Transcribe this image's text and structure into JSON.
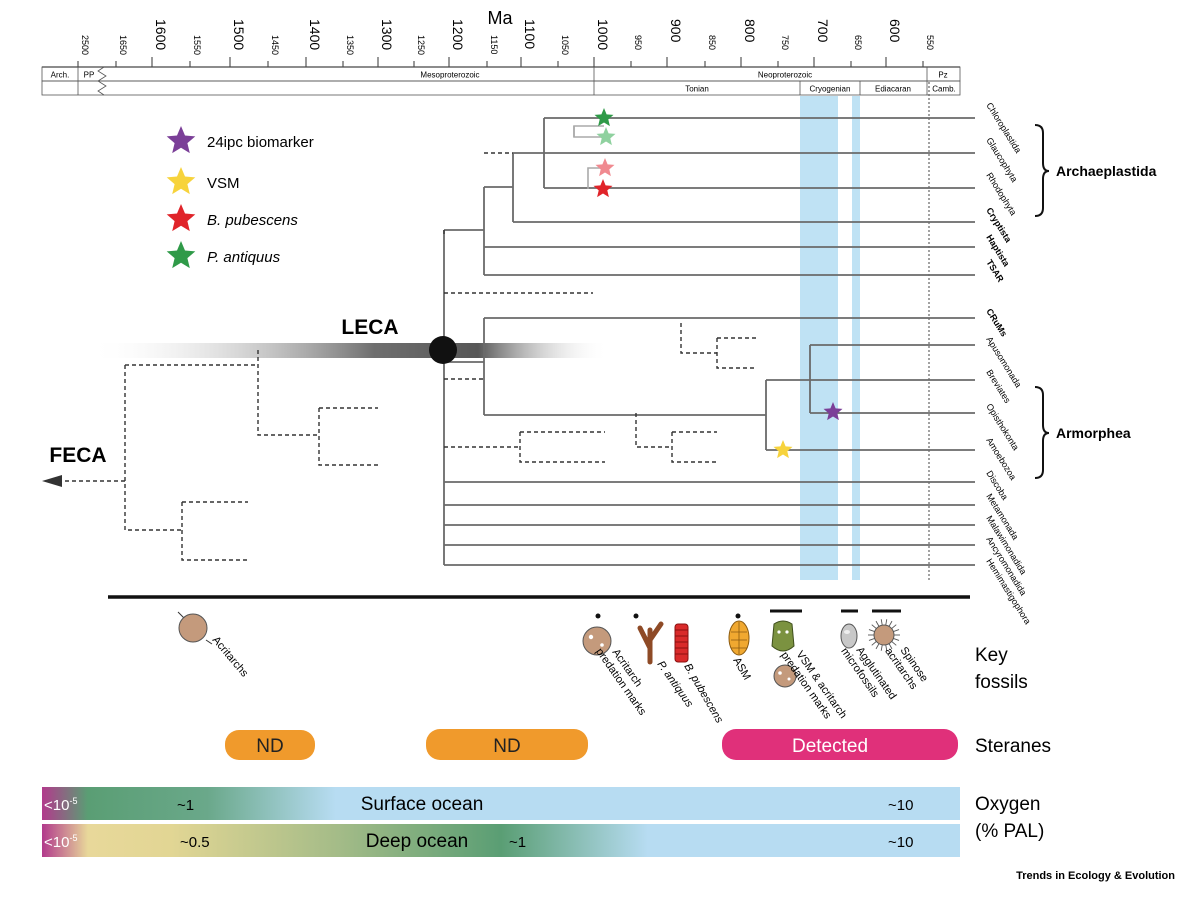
{
  "timescale": {
    "unit_label": "Ma",
    "ticks": [
      {
        "value": "2500",
        "major": false
      },
      {
        "value": "1650",
        "major": false
      },
      {
        "value": "1600",
        "major": true
      },
      {
        "value": "1550",
        "major": false
      },
      {
        "value": "1500",
        "major": true
      },
      {
        "value": "1450",
        "major": false
      },
      {
        "value": "1400",
        "major": true
      },
      {
        "value": "1350",
        "major": false
      },
      {
        "value": "1300",
        "major": true
      },
      {
        "value": "1250",
        "major": false
      },
      {
        "value": "1200",
        "major": true
      },
      {
        "value": "1150",
        "major": false
      },
      {
        "value": "1100",
        "major": true
      },
      {
        "value": "1050",
        "major": false
      },
      {
        "value": "1000",
        "major": true
      },
      {
        "value": "950",
        "major": false
      },
      {
        "value": "900",
        "major": true
      },
      {
        "value": "850",
        "major": false
      },
      {
        "value": "800",
        "major": true
      },
      {
        "value": "750",
        "major": false
      },
      {
        "value": "700",
        "major": true
      },
      {
        "value": "650",
        "major": false
      },
      {
        "value": "600",
        "major": true
      },
      {
        "value": "550",
        "major": false
      }
    ],
    "eons": [
      "Arch.",
      "PP",
      "Mesoproterozoic",
      "Neoproterozoic",
      "Pz"
    ],
    "periods": [
      "Tonian",
      "Cryogenian",
      "Ediacaran",
      "Camb."
    ]
  },
  "legend": [
    {
      "label": "24ipc biomarker",
      "color": "#7b3f98",
      "italic": false
    },
    {
      "label": "VSM",
      "color": "#f7d33c",
      "italic": false
    },
    {
      "label": "B. pubescens",
      "color": "#e0242a",
      "italic": true
    },
    {
      "label": "P. antiquus",
      "color": "#2f9a48",
      "italic": true
    }
  ],
  "nodes": {
    "leca": "LECA",
    "feca": "FECA"
  },
  "taxa": [
    {
      "label": "Chloroplastida",
      "bold": false
    },
    {
      "label": "Glaucophyta",
      "bold": false
    },
    {
      "label": "Rhodophyta",
      "bold": false
    },
    {
      "label": "Cryptista",
      "bold": true
    },
    {
      "label": "Haptista",
      "bold": true
    },
    {
      "label": "TSAR",
      "bold": true
    },
    {
      "label": "CRuMs",
      "bold": true
    },
    {
      "label": "Apusomonada",
      "bold": false
    },
    {
      "label": "Breviates",
      "bold": false
    },
    {
      "label": "Opisthokonta",
      "bold": false
    },
    {
      "label": "Amoebozoa",
      "bold": false
    },
    {
      "label": "Discoba",
      "bold": false
    },
    {
      "label": "Metamonada",
      "bold": false
    },
    {
      "label": "Malawimonadida",
      "bold": false
    },
    {
      "label": "Ancyromonadida",
      "bold": false
    },
    {
      "label": "Hemimastigophora",
      "bold": false
    }
  ],
  "groups": {
    "archaeplastida": "Archaeplastida",
    "armorphea": "Armorphea"
  },
  "fossils": {
    "acritarchs": "Acritarchs",
    "acritarch_predation": [
      "Acritarch",
      "predation marks"
    ],
    "p_antiquus": "P. antiquus",
    "b_pubescens": "B. pubescens",
    "asm": "ASM",
    "vsm_predation": [
      "VSM & acritarch",
      "predation marks"
    ],
    "agglutinated": [
      "Agglutinated",
      "microfossils"
    ],
    "spinose": [
      "Spinose",
      "acritarchs"
    ]
  },
  "row_labels": {
    "key_fossils": [
      "Key",
      "fossils"
    ],
    "steranes": "Steranes",
    "oxygen": [
      "Oxygen",
      "(% PAL)"
    ]
  },
  "steranes": [
    {
      "label": "ND",
      "color": "#f09a2c"
    },
    {
      "label": "ND",
      "color": "#f09a2c"
    },
    {
      "label": "Detected",
      "color": "#e0307a"
    }
  ],
  "oxygen": {
    "surface": {
      "label": "Surface ocean",
      "values": [
        "<10",
        "~1",
        "~10"
      ],
      "exp": "-5"
    },
    "deep": {
      "label": "Deep ocean",
      "values": [
        "<10",
        "~0.5",
        "~1",
        "~10"
      ],
      "exp": "-5"
    }
  },
  "colors": {
    "cryogenian_band": "#bfe2f4",
    "branch": "#666666",
    "oxygen_blue": "#b7dcf2",
    "oxygen_green": "#5a9e74",
    "oxygen_magenta": "#b23a8c",
    "oxygen_sand": "#e8d89a"
  },
  "credit": "Trends in Ecology & Evolution"
}
